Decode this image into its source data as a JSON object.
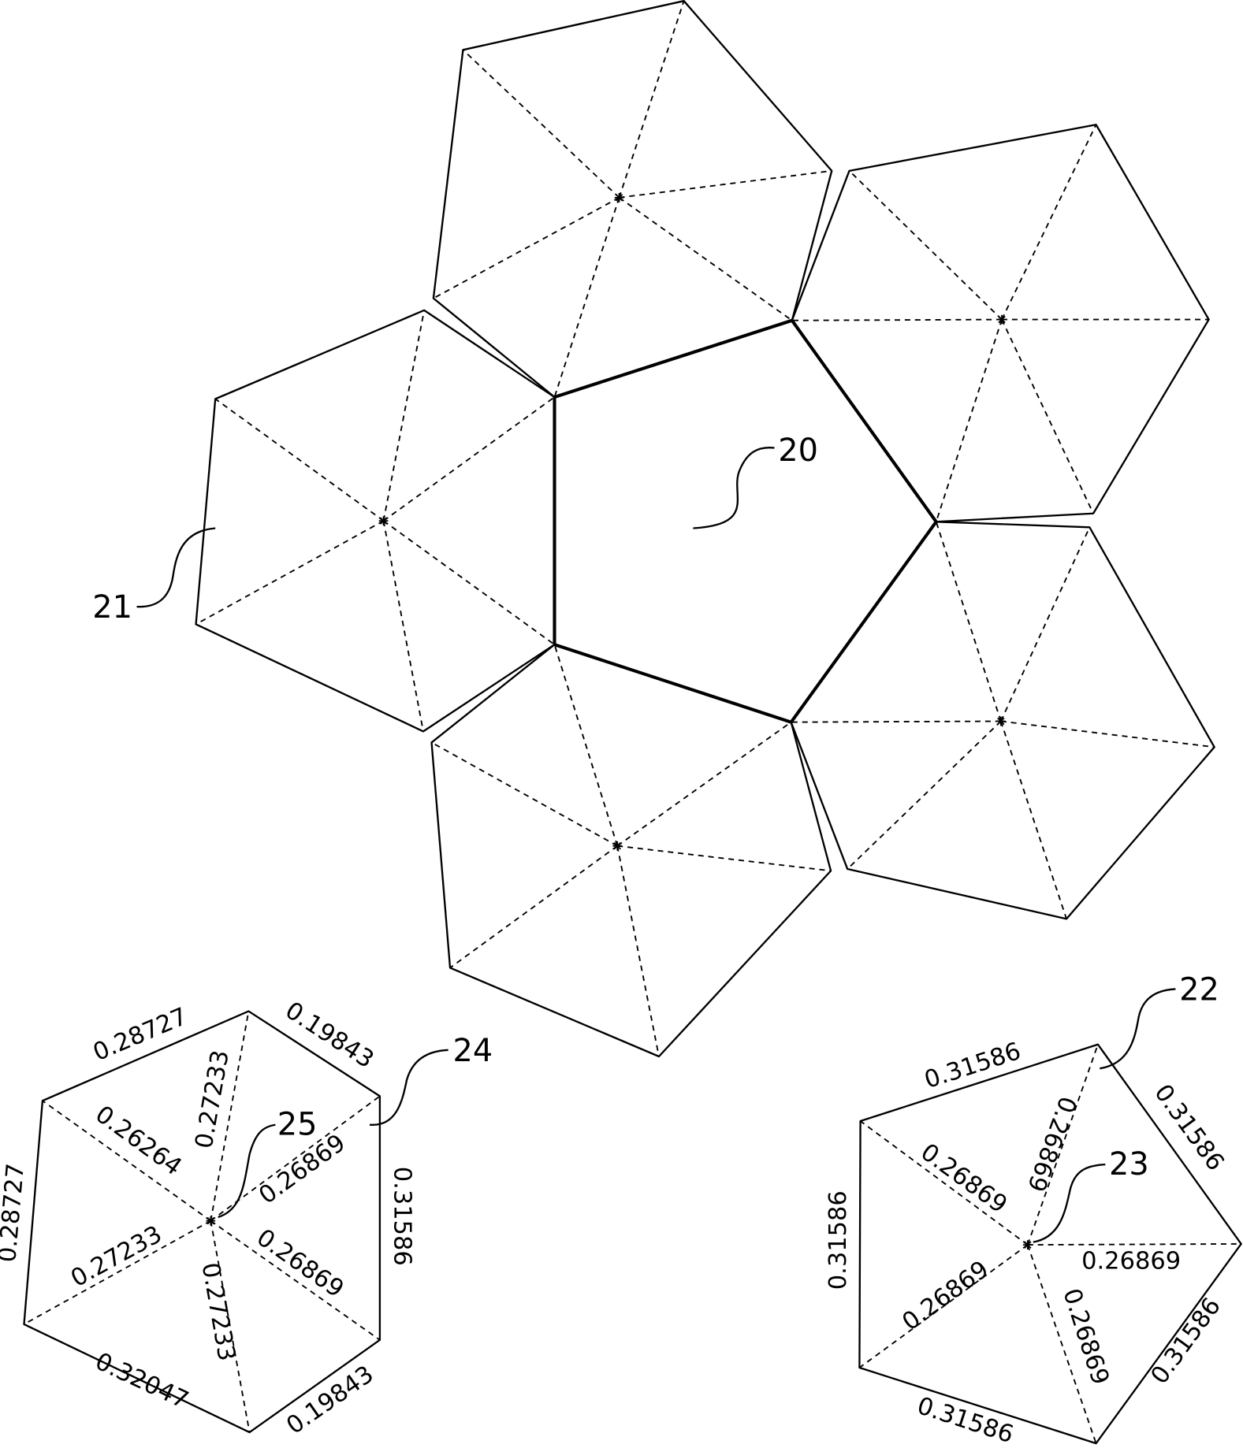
{
  "reference_numerals": {
    "central_pentagon": "20",
    "left_hexagon": "21",
    "pentagon_detail": "22",
    "pentagon_detail_center": "23",
    "hexagon_detail": "24",
    "hexagon_detail_center": "25"
  },
  "hexagon_detail": {
    "edges": {
      "top_left": "0.28727",
      "top_right": "0.19843",
      "right": "0.31586",
      "bottom_right": "0.19843",
      "bottom_left": "0.32047",
      "left": "0.28727"
    },
    "spokes": {
      "upper_left": "0.26264",
      "top": "0.27233",
      "upper_right": "0.26869",
      "lower_right": "0.26869",
      "bottom": "0.27233",
      "lower_left": "0.27233"
    }
  },
  "pentagon_detail": {
    "edges": {
      "top_left": "0.31586",
      "top_right": "0.31586",
      "bottom_right": "0.31586",
      "bottom": "0.31586",
      "left": "0.31586"
    },
    "spokes": {
      "top": "0.26869",
      "upper_left": "0.26869",
      "right": "0.26869",
      "lower_left": "0.26869",
      "lower_right": "0.26869"
    }
  }
}
